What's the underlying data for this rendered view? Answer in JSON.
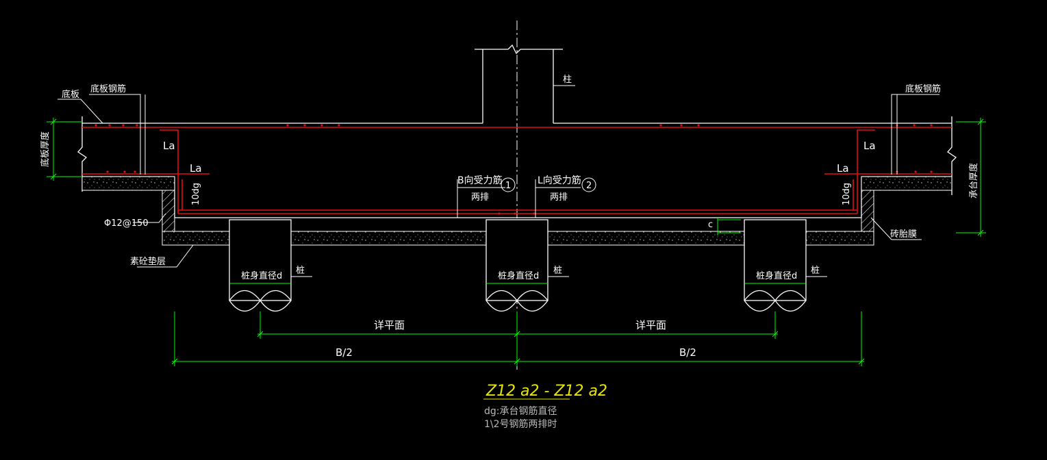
{
  "colors": {
    "background": "#000000",
    "outline": "#ffffff",
    "rebar": "#e01010",
    "dimension": "#00ff00",
    "title": "#e8e600",
    "note": "#b8b8b8"
  },
  "labels": {
    "bottom_slab": "底板",
    "bottom_slab_rebar_left": "底板钢筋",
    "bottom_slab_rebar_right": "底板钢筋",
    "column": "柱",
    "slab_thickness": "底板厚度",
    "cap_thickness": "承台厚度",
    "la_left_top": "La",
    "la_left_bottom": "La",
    "la_right_top": "La",
    "la_right_bottom": "La",
    "hook_left": "10dg",
    "hook_right": "10dg",
    "stirrup": "Φ12@150",
    "plain_concrete_cushion": "素砼垫层",
    "brick_formwork": "砖胎膜",
    "cover_c": "c",
    "rebar_b": "B向受力筋",
    "rebar_b_rows": "两排",
    "rebar_b_num": "1",
    "rebar_l": "L向受力筋",
    "rebar_l_rows": "两排",
    "rebar_l_num": "2",
    "pile_diameter_left": "桩身直径d",
    "pile_diameter_mid": "桩身直径d",
    "pile_diameter_right": "桩身直径d",
    "pile_left": "桩",
    "pile_mid": "桩",
    "pile_right": "桩"
  },
  "dimensions": {
    "see_plan_left": "详平面",
    "see_plan_right": "详平面",
    "half_b_left": "B/2",
    "half_b_right": "B/2"
  },
  "title": {
    "main": "Z12 a2 - Z12 a2",
    "note_line1": "dg:承台钢筋直径",
    "note_line2": "1\\2号钢筋两排时"
  }
}
